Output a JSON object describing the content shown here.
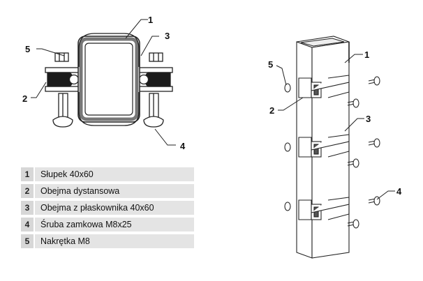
{
  "callouts": {
    "left_view": [
      "1",
      "2",
      "3",
      "4",
      "5"
    ],
    "right_view": [
      "1",
      "2",
      "3",
      "4",
      "5"
    ]
  },
  "legend": {
    "items": [
      {
        "num": "1",
        "text": "Słupek 40x60"
      },
      {
        "num": "2",
        "text": "Obejma dystansowa"
      },
      {
        "num": "3",
        "text": "Obejma z płaskownika 40x60"
      },
      {
        "num": "4",
        "text": "Śruba zamkowa M8x25"
      },
      {
        "num": "5",
        "text": "Nakrętka M8"
      }
    ]
  }
}
